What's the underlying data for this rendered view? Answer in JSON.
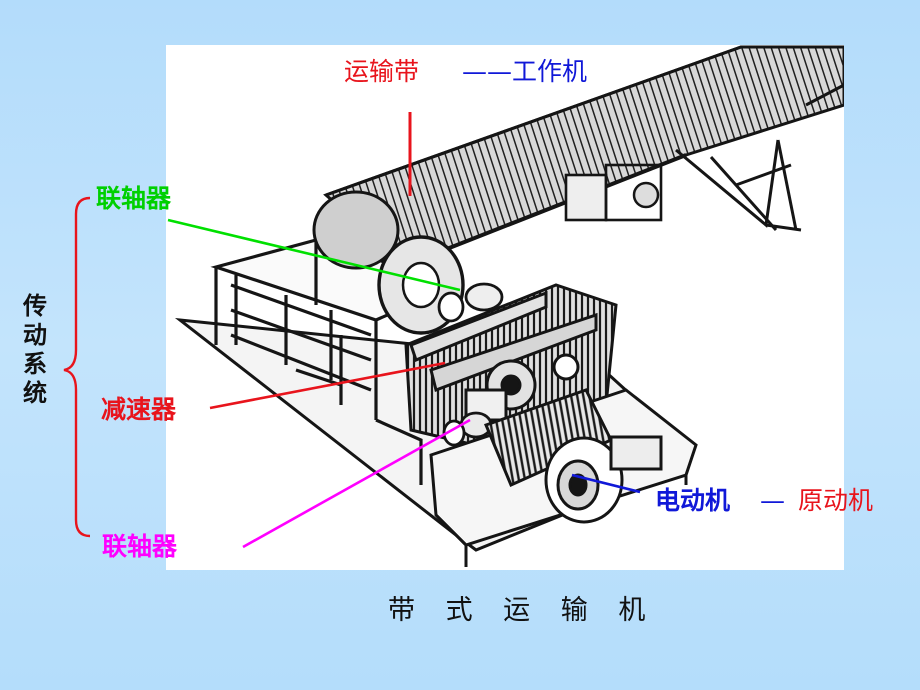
{
  "colors": {
    "red": "#e8141c",
    "green": "#00e000",
    "magenta": "#ff00ff",
    "blue": "#1018d8",
    "dark": "#151515",
    "background": "#b9e0fb"
  },
  "labels": {
    "conveyor_belt": "运输带",
    "working_machine": "——工作机",
    "coupling_top": "联轴器",
    "reducer": "减速器",
    "coupling_bottom": "联轴器",
    "motor": "电动机",
    "motor_dash": "—",
    "prime_mover": "原动机",
    "transmission_system": "传动系统"
  },
  "caption": "带 式 运 输 机",
  "brace_icon": "curly-brace-icon"
}
